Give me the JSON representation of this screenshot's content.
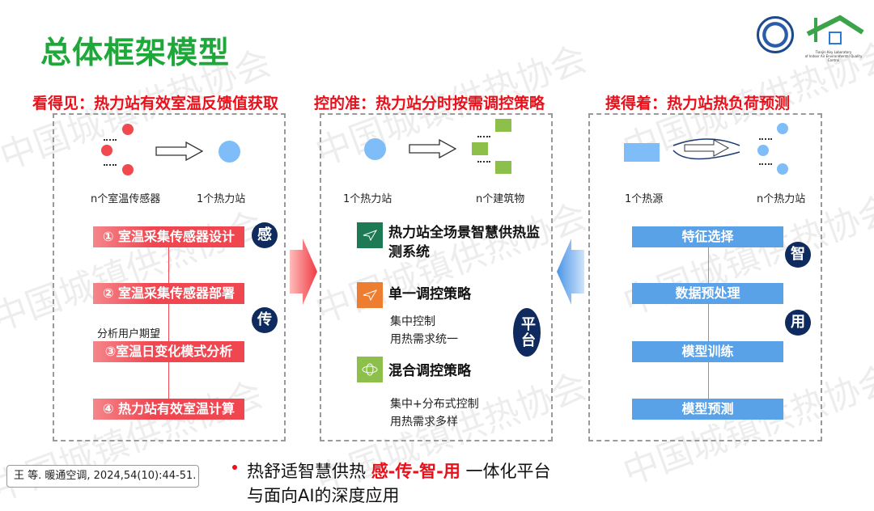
{
  "watermark": "中国城镇供热协会",
  "title": "总体框架模型",
  "logos": {
    "lab_name_line1": "Tianjin Key Laboratory",
    "lab_name_line2": "of Indoor Air Environmental Quality Control"
  },
  "sections": {
    "left": {
      "heading": "看得见：热力站有效室温反馈值获取",
      "source_label": "n个室温传感器",
      "target_label": "1个热力站",
      "steps": [
        "① 室温采集传感器设计",
        "② 室温采集传感器部署",
        "③室温日变化模式分析",
        "④ 热力站有效室温计算"
      ],
      "note": "分析用户期望",
      "badges": [
        "感",
        "传"
      ]
    },
    "middle": {
      "heading": "控的准：热力站分时按需调控策略",
      "source_label": "1个热力站",
      "target_label": "n个建筑物",
      "items": [
        {
          "title": "热力站全场景智慧供热监测系统",
          "icon": "paper-plane-icon",
          "color": "#1e7a55",
          "lines": []
        },
        {
          "title": "单一调控策略",
          "icon": "paper-plane-icon",
          "color": "#ed7d31",
          "lines": [
            "集中控制",
            "用热需求统一"
          ]
        },
        {
          "title": "混合调控策略",
          "icon": "atom-icon",
          "color": "#8cc04a",
          "lines": [
            "集中+分布式控制",
            "用热需求多样"
          ]
        }
      ],
      "badge": "平台"
    },
    "right": {
      "heading": "摸得着：热力站热负荷预测",
      "source_label": "1个热源",
      "target_label": "n个热力站",
      "steps": [
        "特征选择",
        "数据预处理",
        "模型训练",
        "模型预测"
      ],
      "badges": [
        "智",
        "用"
      ]
    }
  },
  "colors": {
    "title": "#1fa83a",
    "heading": "#e8101a",
    "red_step": "#ef4650",
    "blue_step": "#5aa2e8",
    "badge": "#0f2a5e",
    "circle_blue": "#7fbdf9",
    "dot_red": "#f04a4f"
  },
  "footer": {
    "citation": "王 等. 暖通空调, 2024,54(10):44-51.",
    "bullet_prefix": "热舒适智慧供热 ",
    "bullet_highlight": "感-传-智-用",
    "bullet_suffix": " 一体化平台",
    "bullet_line2": "与面向AI的深度应用"
  }
}
